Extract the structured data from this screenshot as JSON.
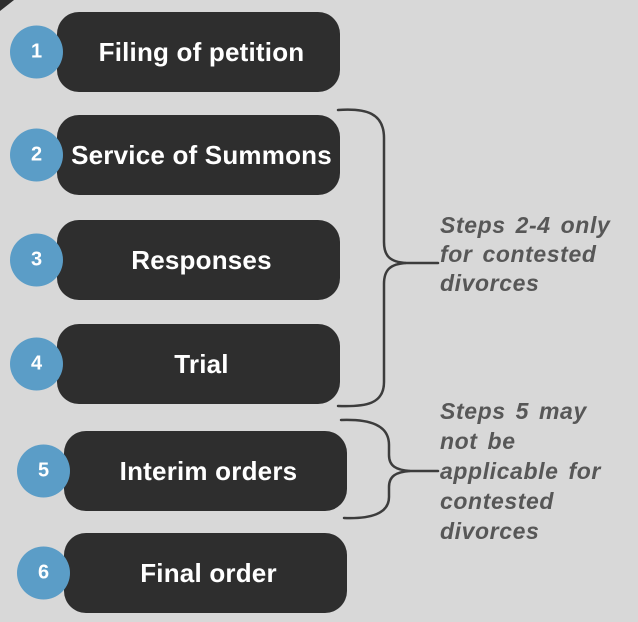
{
  "diagram": {
    "steps": [
      {
        "number": "1",
        "label": "Filing of petition"
      },
      {
        "number": "2",
        "label": "Service of Summons"
      },
      {
        "number": "3",
        "label": "Responses"
      },
      {
        "number": "4",
        "label": "Trial"
      },
      {
        "number": "5",
        "label": "Interim orders"
      },
      {
        "number": "6",
        "label": "Final order"
      }
    ],
    "annotations": [
      {
        "text": "Steps 2-4 only\nfor contested\ndivorces"
      },
      {
        "text": "Steps 5 may\nnot be\napplicable for\ncontested\ndivorces"
      }
    ],
    "colors": {
      "background": "#d8d8d8",
      "step_box": "#2e2e2e",
      "step_circle": "#5b9dc7",
      "step_text": "#ffffff",
      "annotation_text": "#575757",
      "bracket_line": "#3c3c3c"
    }
  }
}
